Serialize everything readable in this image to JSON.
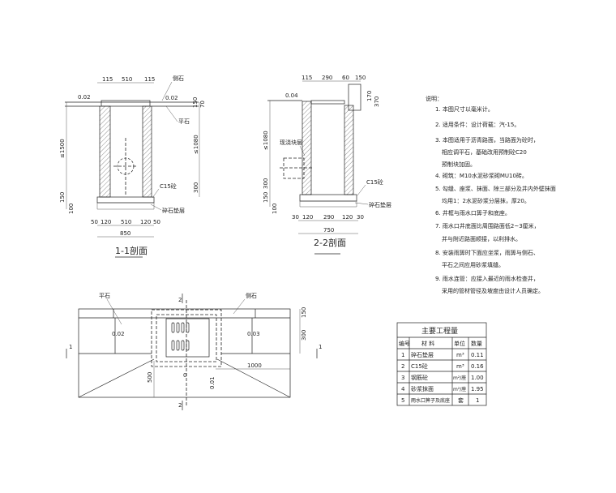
{
  "section_1_1": {
    "title": "1-1剖面",
    "top_dims": [
      "115",
      "510",
      "115"
    ],
    "bottom_dims": [
      "50",
      "120",
      "510",
      "120",
      "50"
    ],
    "total_width": "850",
    "depth_left": "≤1500",
    "depth_right": "≤1080",
    "pipe_height": "300",
    "base_dims": [
      "150",
      "100"
    ],
    "curb_dims": [
      "150",
      "70"
    ],
    "slopes": [
      "0.02",
      "0.02"
    ],
    "labels": {
      "curb": "侧石",
      "flat_stone": "平石",
      "concrete": "C15砼",
      "gravel": "碎石垫层"
    }
  },
  "section_2_2": {
    "title": "2-2剖面",
    "top_dims": [
      "115",
      "290",
      "60",
      "150"
    ],
    "curb_dims": [
      "170",
      "370"
    ],
    "bottom_dims": [
      "30",
      "120",
      "290",
      "120",
      "30"
    ],
    "total_width": "750",
    "depth": "≤1080",
    "pipe_height": "300",
    "base_dims": [
      "150",
      "100"
    ],
    "slope": "0.04",
    "labels": {
      "layer": "现浇块层",
      "concrete": "C15砼",
      "gravel": "碎石垫层"
    }
  },
  "plan": {
    "labels": {
      "flat_stone": "平石",
      "curb": "侧石"
    },
    "slopes": [
      "0.02",
      "0.03",
      "0.01"
    ],
    "dims": {
      "length": "1000",
      "depth": "500",
      "curb": "150",
      "flat": "300",
      "grate_gap": "0"
    },
    "section_marks": [
      "1",
      "1",
      "2",
      "2"
    ]
  },
  "notes": {
    "heading": "说明：",
    "items": [
      "1. 本图尺寸以毫米计。",
      "2. 适用条件：设计荷载：汽-15。",
      "3. 本图适用于沥青路面，当路面为砼时，",
      "相应调平石，基础改用预制砼C20",
      "预制块加固。",
      "4. 砌筑：M10水泥砂浆砌MU10砖。",
      "5. 勾缝、座浆、抹面、除三部分及井内外壁抹面",
      "均用1：2水泥砂浆分层抹，厚20。",
      "6. 井框与雨水口箅子和底座。",
      "7. 雨水口井底面比周围路面低2~3厘米，",
      "并与附近路面顺接，以利排水。",
      "8. 安装雨箅时下面应坐浆，雨箅与侧石、",
      "平石之间应用砂浆填缝。",
      "9. 雨水连管：应接入最近的雨水检查井，",
      "采用的管材管径及坡度由设计人员确定。"
    ]
  },
  "quantities": {
    "title": "主要工程量",
    "headers": [
      "编号",
      "材 料",
      "单位",
      "数量"
    ],
    "rows": [
      [
        "1",
        "碎石垫层",
        "m³",
        "0.11"
      ],
      [
        "2",
        "C15砼",
        "m³",
        "0.16"
      ],
      [
        "3",
        "钢筋砼",
        "m²/座",
        "1.00"
      ],
      [
        "4",
        "砂浆抹面",
        "m²/座",
        "1.95"
      ],
      [
        "5",
        "雨水口箅子及底座",
        "套",
        "1"
      ]
    ]
  }
}
